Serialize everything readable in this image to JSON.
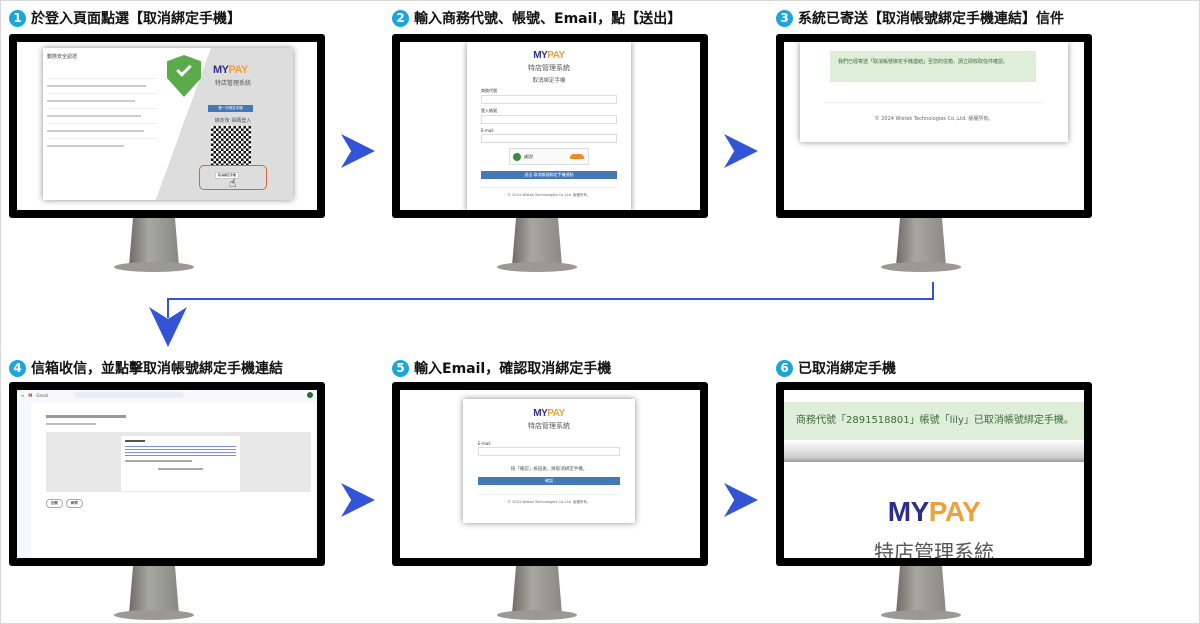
{
  "steps": [
    {
      "num": "1",
      "title": "於登入頁面點選【取消綁定手機】"
    },
    {
      "num": "2",
      "title": "輸入商務代號、帳號、Email，點【送出】"
    },
    {
      "num": "3",
      "title": "系統已寄送【取消帳號綁定手機連結】信件"
    },
    {
      "num": "4",
      "title": "信箱收信，並點擊取消帳號綁定手機連結"
    },
    {
      "num": "5",
      "title": "輸入Email，確認取消綁定手機"
    },
    {
      "num": "6",
      "title": "已取消綁定手機"
    }
  ],
  "brand": {
    "my": "MY",
    "pay": "PAY",
    "system": "特店管理系統"
  },
  "screen1": {
    "heading": "動態安全認證",
    "qr_label": "綁定後 掃碼登入",
    "bind_button": "第一次綁定手機",
    "unbind_button": "取消綁定手機"
  },
  "screen2": {
    "subtitle": "取消綁定手機",
    "fields": [
      "商務代號",
      "登入帳號",
      "E-mail"
    ],
    "captcha": "成功!",
    "submit": "送出 取消帳號綁定手機連結",
    "footer": "© 2024 Wistek Technologies Co.,Ltd. 版權所有。"
  },
  "screen3": {
    "message": "我們已經寄送「取消帳號綁定手機連結」至您的信箱，請立即收取信件確認。",
    "footer": "© 2024 Wistek Technologies Co.,Ltd. 版權所有。"
  },
  "screen4": {
    "app": "Gmail",
    "reply": "回覆",
    "forward": "轉寄"
  },
  "screen5": {
    "field": "E-mail",
    "note": "按「確認」按鈕後，將取消綁定手機。",
    "confirm": "確認",
    "footer": "© 2024 Wistek Technologies Co.,Ltd. 版權所有。"
  },
  "screen6": {
    "message": "商務代號「2891518801」帳號「lily」已取消帳號綁定手機。"
  },
  "colors": {
    "arrow": "#3354d6",
    "badge": "#1aa6dd",
    "success": "#dfeed8"
  }
}
